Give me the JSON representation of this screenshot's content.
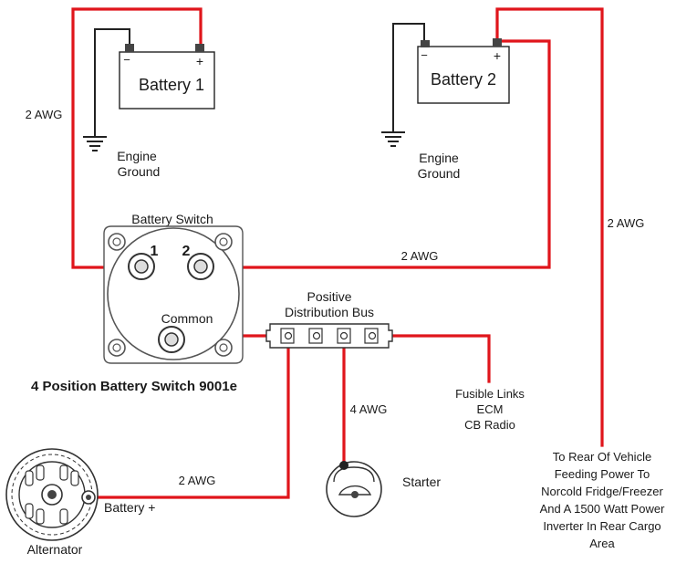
{
  "battery1": {
    "label": "Battery 1",
    "neg": "−",
    "pos": "+"
  },
  "battery2": {
    "label": "Battery 2",
    "neg": "−",
    "pos": "+"
  },
  "ground1": {
    "line1": "Engine",
    "line2": "Ground"
  },
  "ground2": {
    "line1": "Engine",
    "line2": "Ground"
  },
  "wire_labels": {
    "left_run": "2 AWG",
    "switch_to_batt2": "2 AWG",
    "right_run": "2 AWG",
    "to_alternator": "2 AWG",
    "to_starter": "4 AWG"
  },
  "battery_switch": {
    "title": "Battery Switch",
    "post1": "1",
    "post2": "2",
    "common": "Common",
    "caption": "4 Position Battery Switch 9001e"
  },
  "bus": {
    "line1": "Positive",
    "line2": "Distribution Bus"
  },
  "fusible": {
    "line1": "Fusible Links",
    "line2": "ECM",
    "line3": "CB Radio"
  },
  "rear_note": [
    "To Rear Of Vehicle",
    "Feeding Power To",
    "Norcold Fridge/Freezer",
    "And A 1500 Watt Power",
    "Inverter In Rear Cargo",
    "Area"
  ],
  "alternator": {
    "label": "Alternator",
    "terminal": "Battery +"
  },
  "starter": {
    "label": "Starter"
  },
  "colors": {
    "wire_positive": "#e0151b",
    "wire_ground": "#222222"
  }
}
